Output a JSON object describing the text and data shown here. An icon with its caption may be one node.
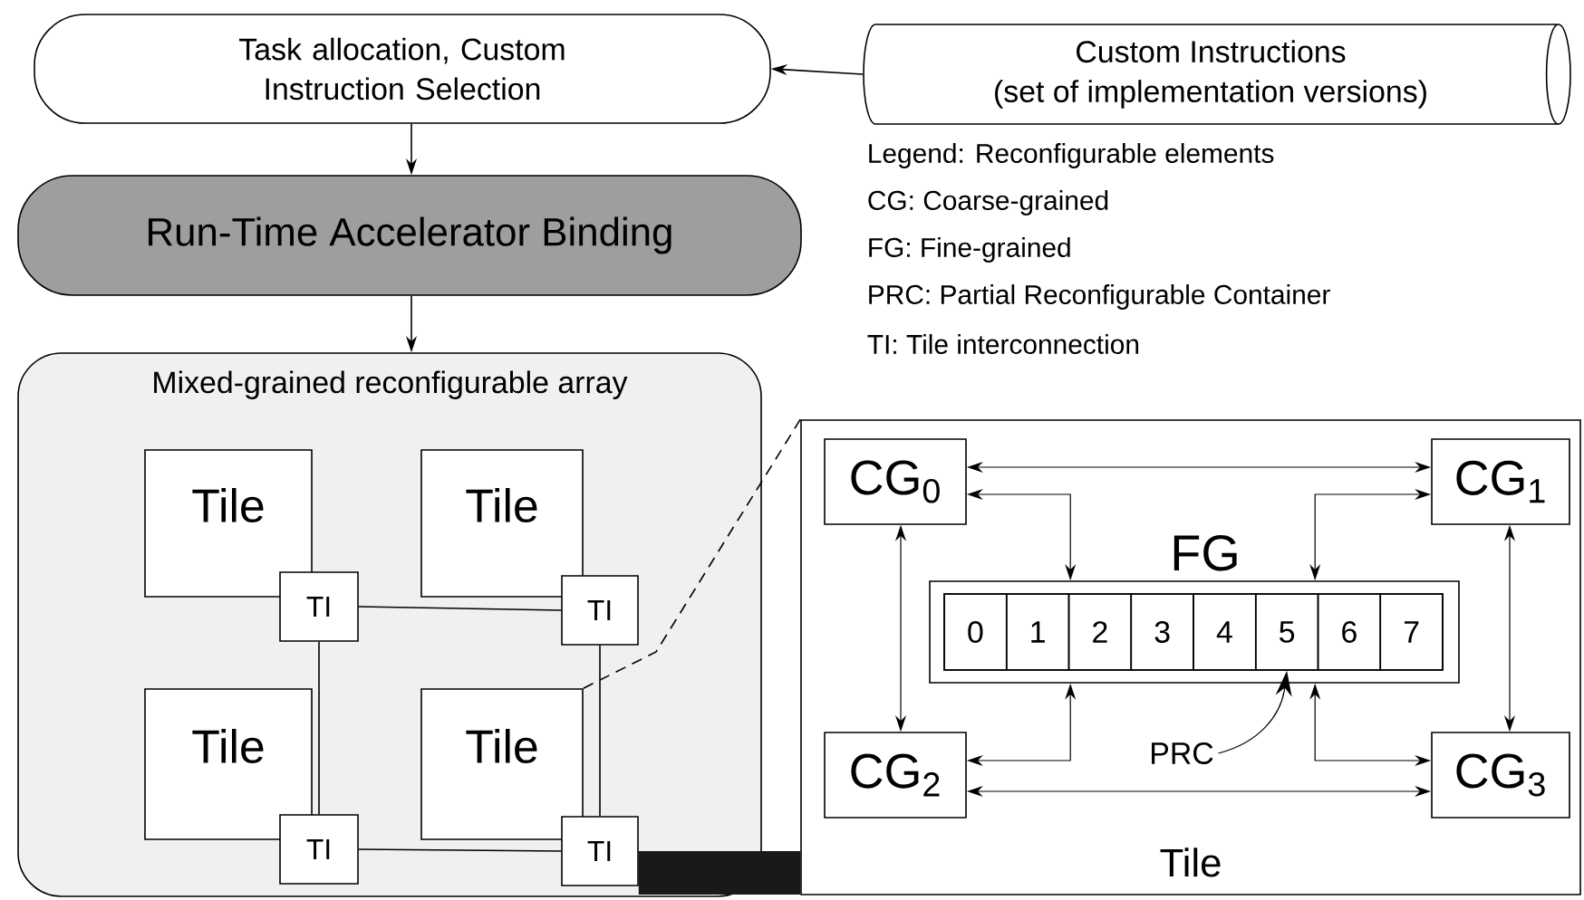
{
  "diagram": {
    "nodes": [
      {
        "text": [
          "Task allocation, Custom Instruction Selection"
        ]
      },
      {
        "text": [
          "Custom Instructions",
          "(set of implementation versions)"
        ]
      },
      {
        "text": [
          "Run-Time Accelerator Binding"
        ]
      },
      {
        "text": [
          "Mixed-grained reconfigurable array"
        ]
      },
      {
        "text": [
          "Tile"
        ],
        "in": 3
      },
      {
        "text": [
          "Tile"
        ],
        "in": 3
      },
      {
        "text": [
          "Tile"
        ],
        "in": 3
      },
      {
        "text": [
          "Tile"
        ],
        "in": 3
      },
      {
        "text": [
          "TI"
        ],
        "in": 3
      },
      {
        "text": [
          "TI"
        ],
        "in": 3
      },
      {
        "text": [
          "TI"
        ],
        "in": 3
      },
      {
        "text": [
          "TI"
        ],
        "in": 3
      },
      {
        "text": [
          "Tile"
        ]
      },
      {
        "text": [
          "CG$_{0}$"
        ],
        "in": 12
      },
      {
        "text": [
          "CG$_{1}$"
        ],
        "in": 12
      },
      {
        "text": [
          "FG"
        ],
        "in": 12
      },
      {
        "text": [
          "0"
        ],
        "in": 15
      },
      {
        "text": [
          "1"
        ],
        "in": 15
      },
      {
        "text": [
          "2"
        ],
        "in": 15
      },
      {
        "text": [
          "3"
        ],
        "in": 15
      },
      {
        "text": [
          "4"
        ],
        "in": 15
      },
      {
        "text": [
          "5"
        ],
        "in": 15
      },
      {
        "text": [
          "6"
        ],
        "in": 15
      },
      {
        "text": [
          "7"
        ],
        "in": 15
      },
      {
        "text": [
          "PRC"
        ],
        "in": 12
      },
      {
        "text": [
          "CG$_{2}$"
        ],
        "in": 12
      },
      {
        "text": [
          "CG$_{3}$"
        ],
        "in": 12
      }
    ],
    "edges": [
      {
        "from": 1,
        "to": 0,
        "arrow": "to"
      },
      {
        "from": 0,
        "to": 2,
        "arrow": "to"
      },
      {
        "from": 2,
        "to": 3,
        "arrow": "to"
      },
      {
        "from": 8,
        "to": 9,
        "arrow": "none"
      },
      {
        "from": 8,
        "to": 10,
        "arrow": "none"
      },
      {
        "from": 9,
        "to": 11,
        "arrow": "none"
      },
      {
        "from": 10,
        "to": 11,
        "arrow": "none"
      },
      {
        "from": 7,
        "to": 12,
        "arrow": "none",
        "style": "dashed"
      },
      {
        "from": 11,
        "to": 12,
        "arrow": "none",
        "style": "thick"
      },
      {
        "from": 13,
        "to": 14,
        "arrow": "both"
      },
      {
        "from": 13,
        "to": 15,
        "arrow": "both"
      },
      {
        "from": 14,
        "to": 15,
        "arrow": "both"
      },
      {
        "from": 13,
        "to": 25,
        "arrow": "both"
      },
      {
        "from": 14,
        "to": 26,
        "arrow": "both"
      },
      {
        "from": 25,
        "to": 15,
        "arrow": "both"
      },
      {
        "from": 26,
        "to": 15,
        "arrow": "both"
      },
      {
        "from": 25,
        "to": 26,
        "arrow": "both"
      },
      {
        "from": 24,
        "to": 21,
        "arrow": "to"
      }
    ],
    "labels": [
      "Legend: Reconfigurable elements",
      "CG: Coarse-grained",
      "FG: Fine-grained",
      "PRC: Partial Reconfigurable Container",
      "TI: Tile interconnection"
    ]
  }
}
